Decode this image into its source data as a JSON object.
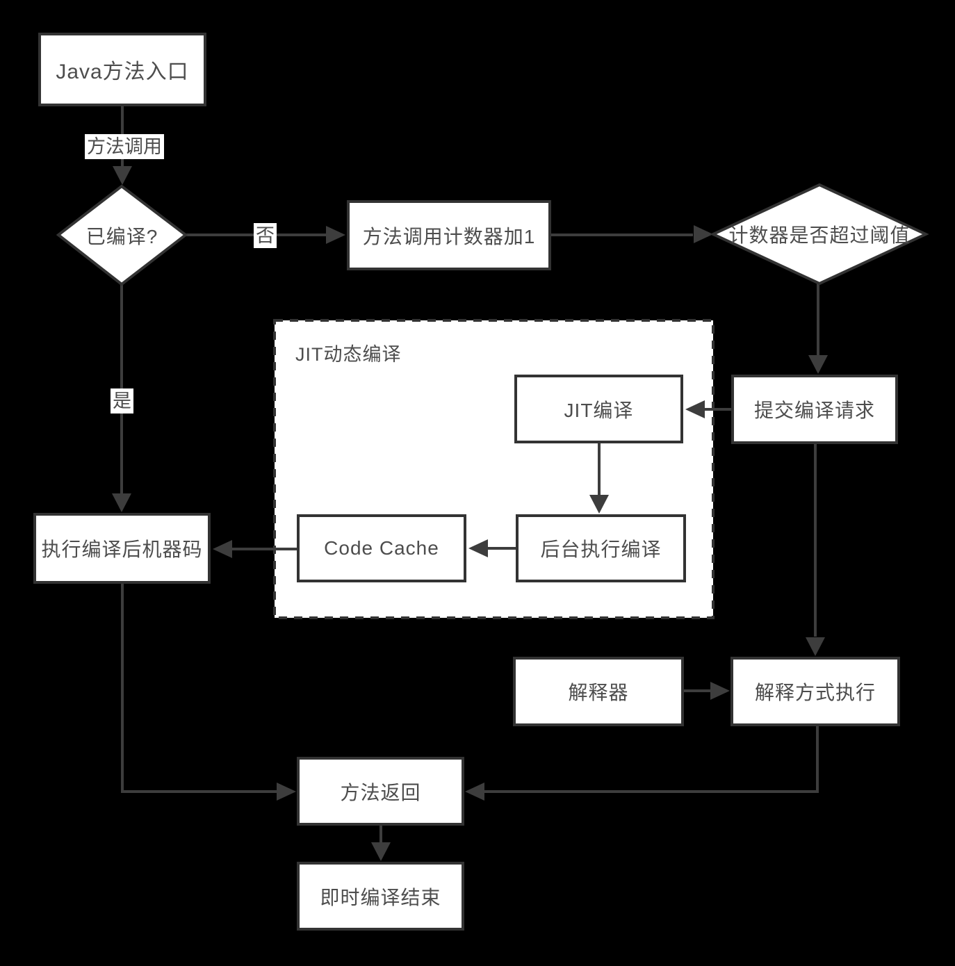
{
  "diagram": {
    "nodes": {
      "entry": "Java方法入口",
      "compiled_check": "已编译?",
      "counter_inc": "方法调用计数器加1",
      "threshold_check": "计数器是否超过阈值",
      "submit_request": "提交编译请求",
      "jit_compile": "JIT编译",
      "bg_compile": "后台执行编译",
      "code_cache": "Code Cache",
      "exec_machine_code": "执行编译后机器码",
      "interpreter": "解释器",
      "interpret_exec": "解释方式执行",
      "method_return": "方法返回",
      "jit_end": "即时编译结束"
    },
    "edge_labels": {
      "method_call": "方法调用",
      "no": "否",
      "yes": "是"
    },
    "group": {
      "label": "JIT动态编译"
    },
    "colors": {
      "background": "#000000",
      "node_fill": "#ffffff",
      "stroke": "#3d3d3d",
      "text": "#4d4d4d"
    }
  }
}
